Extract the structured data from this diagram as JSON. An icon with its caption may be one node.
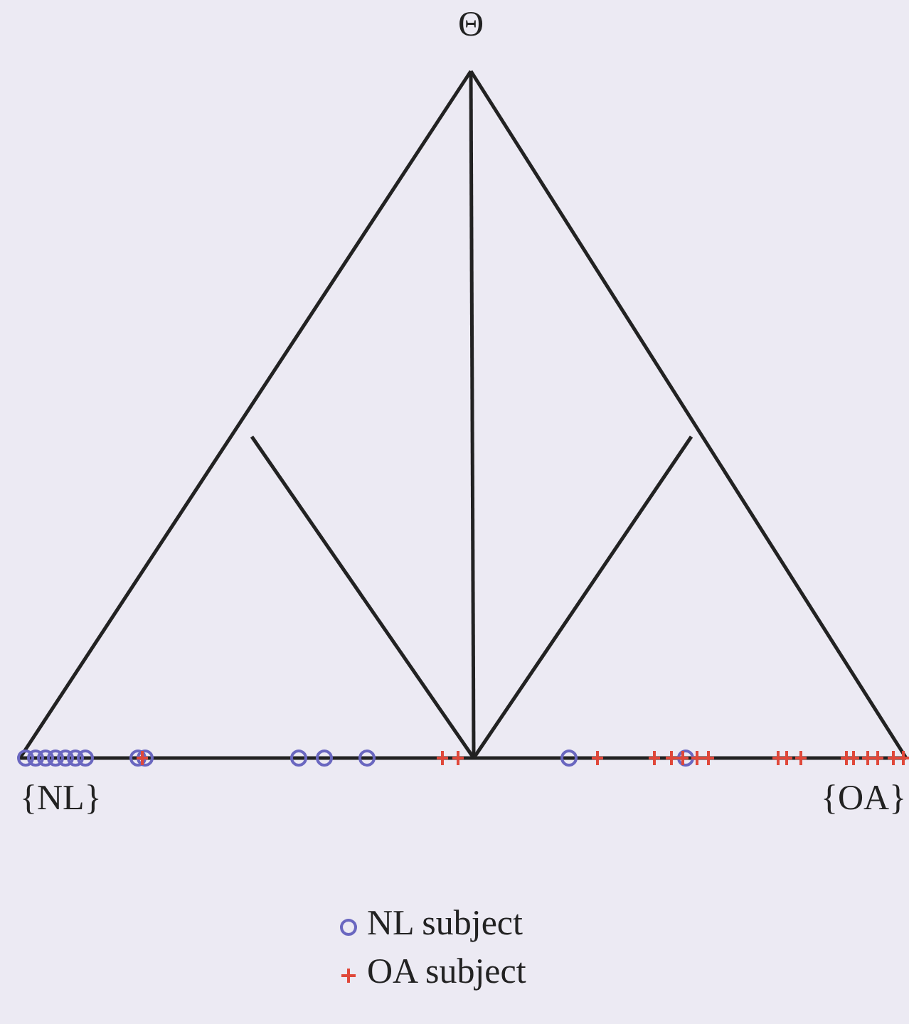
{
  "diagram": {
    "labels": [
      "Θ",
      "{NL}",
      "{OA}"
    ],
    "legend": [
      {
        "text": "NL subject"
      },
      {
        "text": "OA subject"
      }
    ]
  }
}
